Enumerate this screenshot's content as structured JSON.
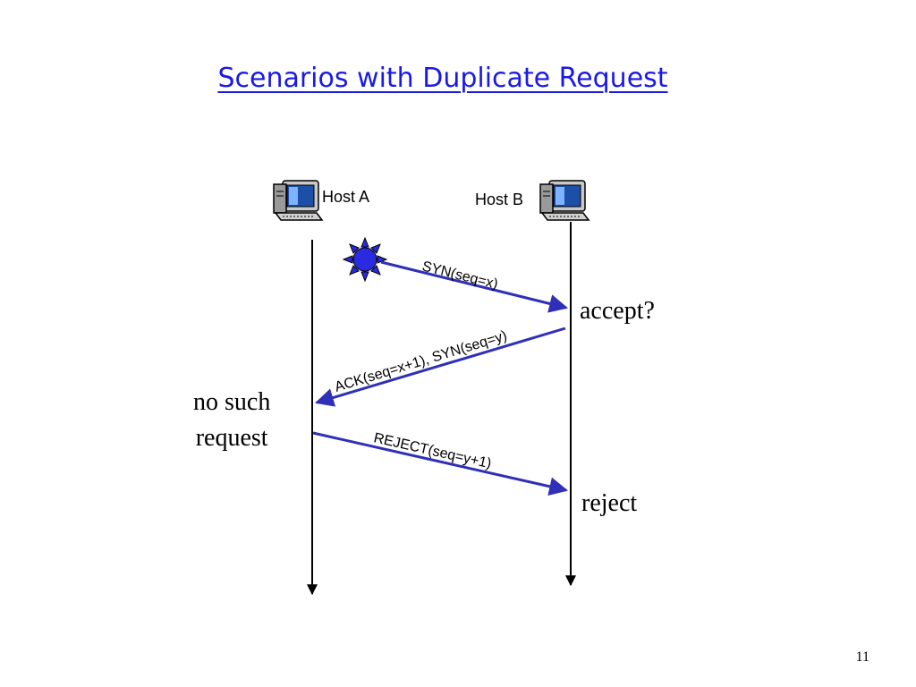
{
  "slide": {
    "title": "Scenarios with Duplicate Request",
    "page_number": "11"
  },
  "hosts": {
    "a": {
      "label": "Host A",
      "icon": "computer-icon"
    },
    "b": {
      "label": "Host B",
      "icon": "computer-icon"
    }
  },
  "messages": [
    {
      "label": "SYN(seq=x)",
      "from": "old-duplicate",
      "to": "Host B"
    },
    {
      "label": "ACK(seq=x+1), SYN(seq=y)",
      "from": "Host B",
      "to": "Host A"
    },
    {
      "label": "REJECT(seq=y+1)",
      "from": "Host A",
      "to": "Host B"
    }
  ],
  "notes": {
    "accept": "accept?",
    "no_such_line1": "no such",
    "no_such_line2": "request",
    "reject": "reject"
  },
  "colors": {
    "title": "#1a1ae6",
    "arrow": "#2f2fb8",
    "duplicate_star": "#2a2ae0"
  },
  "icons": {
    "duplicate": "starburst-icon"
  }
}
